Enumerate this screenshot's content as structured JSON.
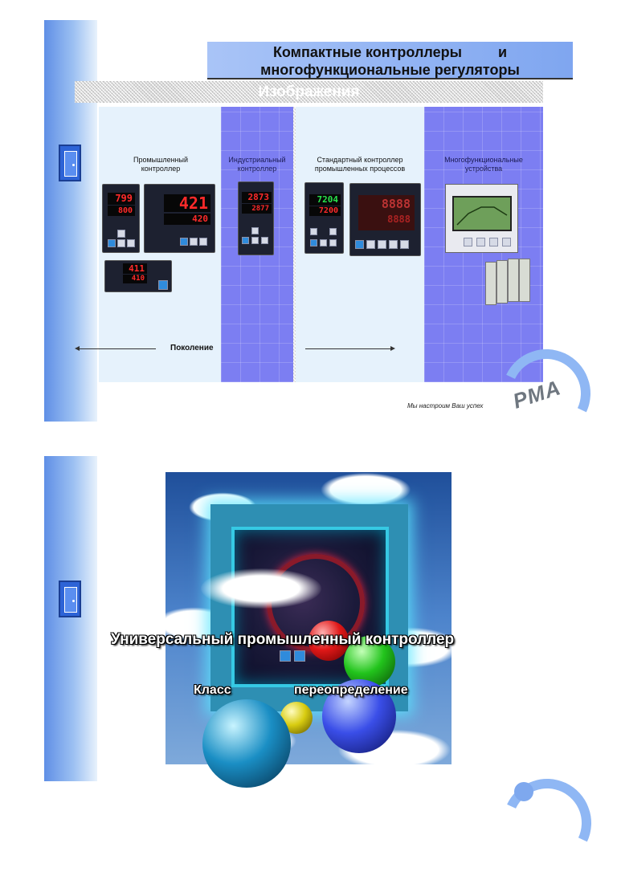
{
  "slide1": {
    "title_line1": "Компактные контроллеры         и",
    "title_line2": "многофункциональные регуляторы",
    "section_header": "Изображения",
    "categories": [
      {
        "line1": "Промышленный",
        "line2": "контроллер"
      },
      {
        "line1": "Индустриальный",
        "line2": "контроллер"
      },
      {
        "line1": "Стандартный контроллер",
        "line2": "промышленных процессов"
      },
      {
        "line1": "Многофункциональные",
        "line2": "устройства"
      }
    ],
    "displays": {
      "d1_top": "799",
      "d1_bot": "800",
      "d2_top": "421",
      "d2_bot": "420",
      "d3_top": "411",
      "d3_bot": "410",
      "d4_top": "2873",
      "d4_bot": "2877",
      "d5_top": "7204",
      "d5_bot": "7200",
      "d6_top": "8888",
      "d6_bot": "8888"
    },
    "generation_label": "Поколение",
    "tagline": "Мы настроим Ваш успех",
    "logo": "PMA"
  },
  "slide2": {
    "headline": "Универсальный промышленный контроллер",
    "label_class": "Класс",
    "label_redefine": "переопределение"
  },
  "colors": {
    "sidebar": "#7fa6f0",
    "purple_band": "#7c7ef2",
    "light_band": "#e6f2fc",
    "display_red": "#ff2a2a",
    "frame_cyan": "#36c9e4"
  },
  "icons": [
    "door-icon",
    "arrow-left-icon",
    "arrow-right-icon",
    "pma-logo"
  ]
}
